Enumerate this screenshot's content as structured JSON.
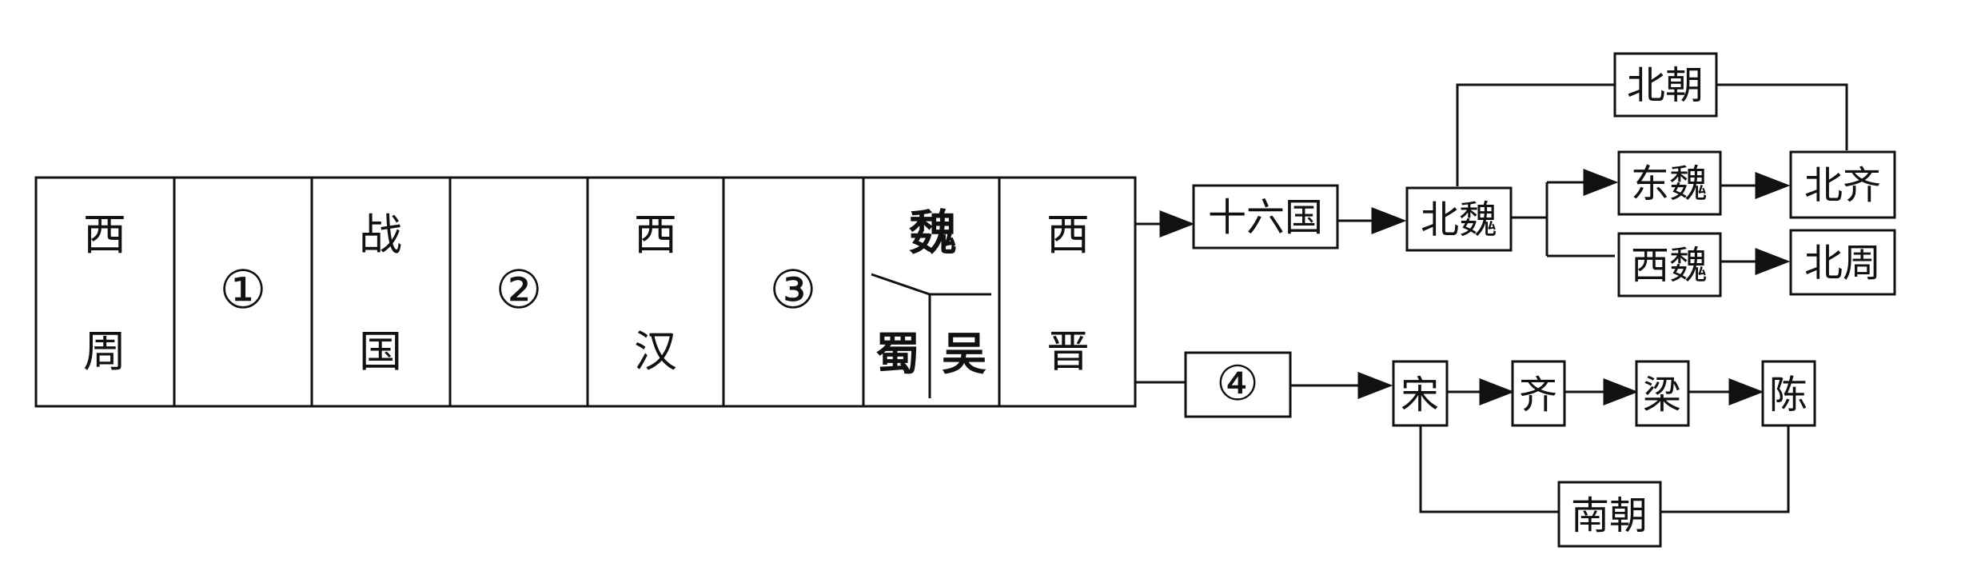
{
  "timeline": {
    "cells": [
      {
        "name": "cell-xizhou",
        "top": "西",
        "bottom": "周"
      },
      {
        "name": "cell-blank-1",
        "center": "①"
      },
      {
        "name": "cell-zhanguo",
        "top": "战",
        "bottom": "国"
      },
      {
        "name": "cell-blank-2",
        "center": "②"
      },
      {
        "name": "cell-xihan",
        "top": "西",
        "bottom": "汉"
      },
      {
        "name": "cell-blank-3",
        "center": "③"
      },
      {
        "name": "cell-three-kingdoms",
        "top": "魏",
        "bottom_left": "蜀",
        "bottom_right": "吴"
      },
      {
        "name": "cell-xijin",
        "top": "西",
        "bottom": "晋"
      }
    ]
  },
  "north": {
    "sixteen_kingdoms": "十六国",
    "northern_wei": "北魏",
    "northern_dynasties": "北朝",
    "eastern_wei": "东魏",
    "western_wei": "西魏",
    "northern_qi": "北齐",
    "northern_zhou": "北周"
  },
  "south": {
    "blank_4": "④",
    "song": "宋",
    "qi": "齐",
    "liang": "梁",
    "chen": "陈",
    "southern_dynasties": "南朝"
  }
}
